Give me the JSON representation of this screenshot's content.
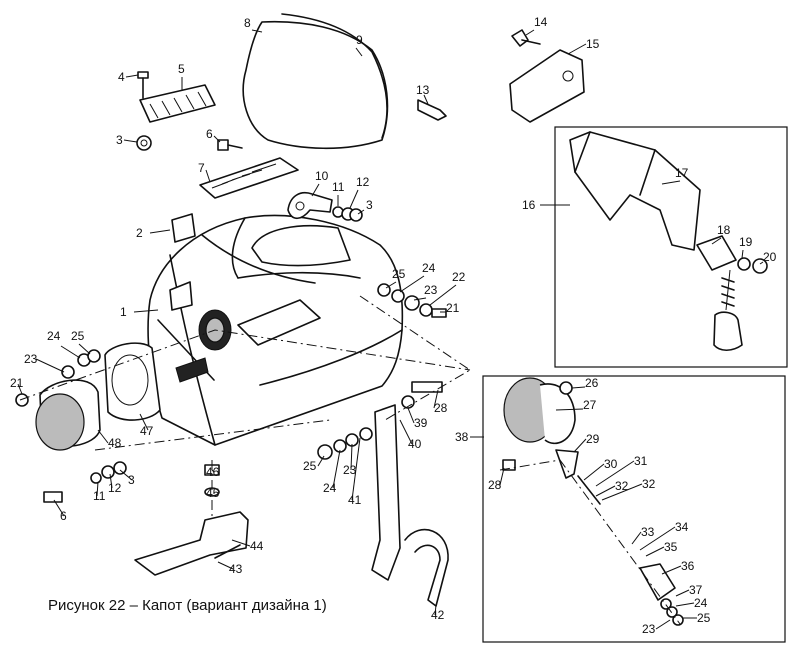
{
  "caption": "Рисунок 22 – Капот (вариант дизайна 1)",
  "labels": [
    "1",
    "2",
    "3",
    "4",
    "5",
    "6",
    "7",
    "8",
    "9",
    "10",
    "11",
    "12",
    "3",
    "13",
    "14",
    "15",
    "16",
    "17",
    "18",
    "19",
    "20",
    "21",
    "22",
    "23",
    "24",
    "25",
    "24",
    "25",
    "23",
    "21",
    "28",
    "39",
    "40",
    "41",
    "25",
    "24",
    "23",
    "46",
    "45",
    "44",
    "43",
    "42",
    "47",
    "48",
    "3",
    "12",
    "11",
    "6",
    "38",
    "26",
    "27",
    "29",
    "28",
    "30",
    "31",
    "32",
    "32",
    "33",
    "34",
    "35",
    "36",
    "37",
    "24",
    "25",
    "23"
  ]
}
